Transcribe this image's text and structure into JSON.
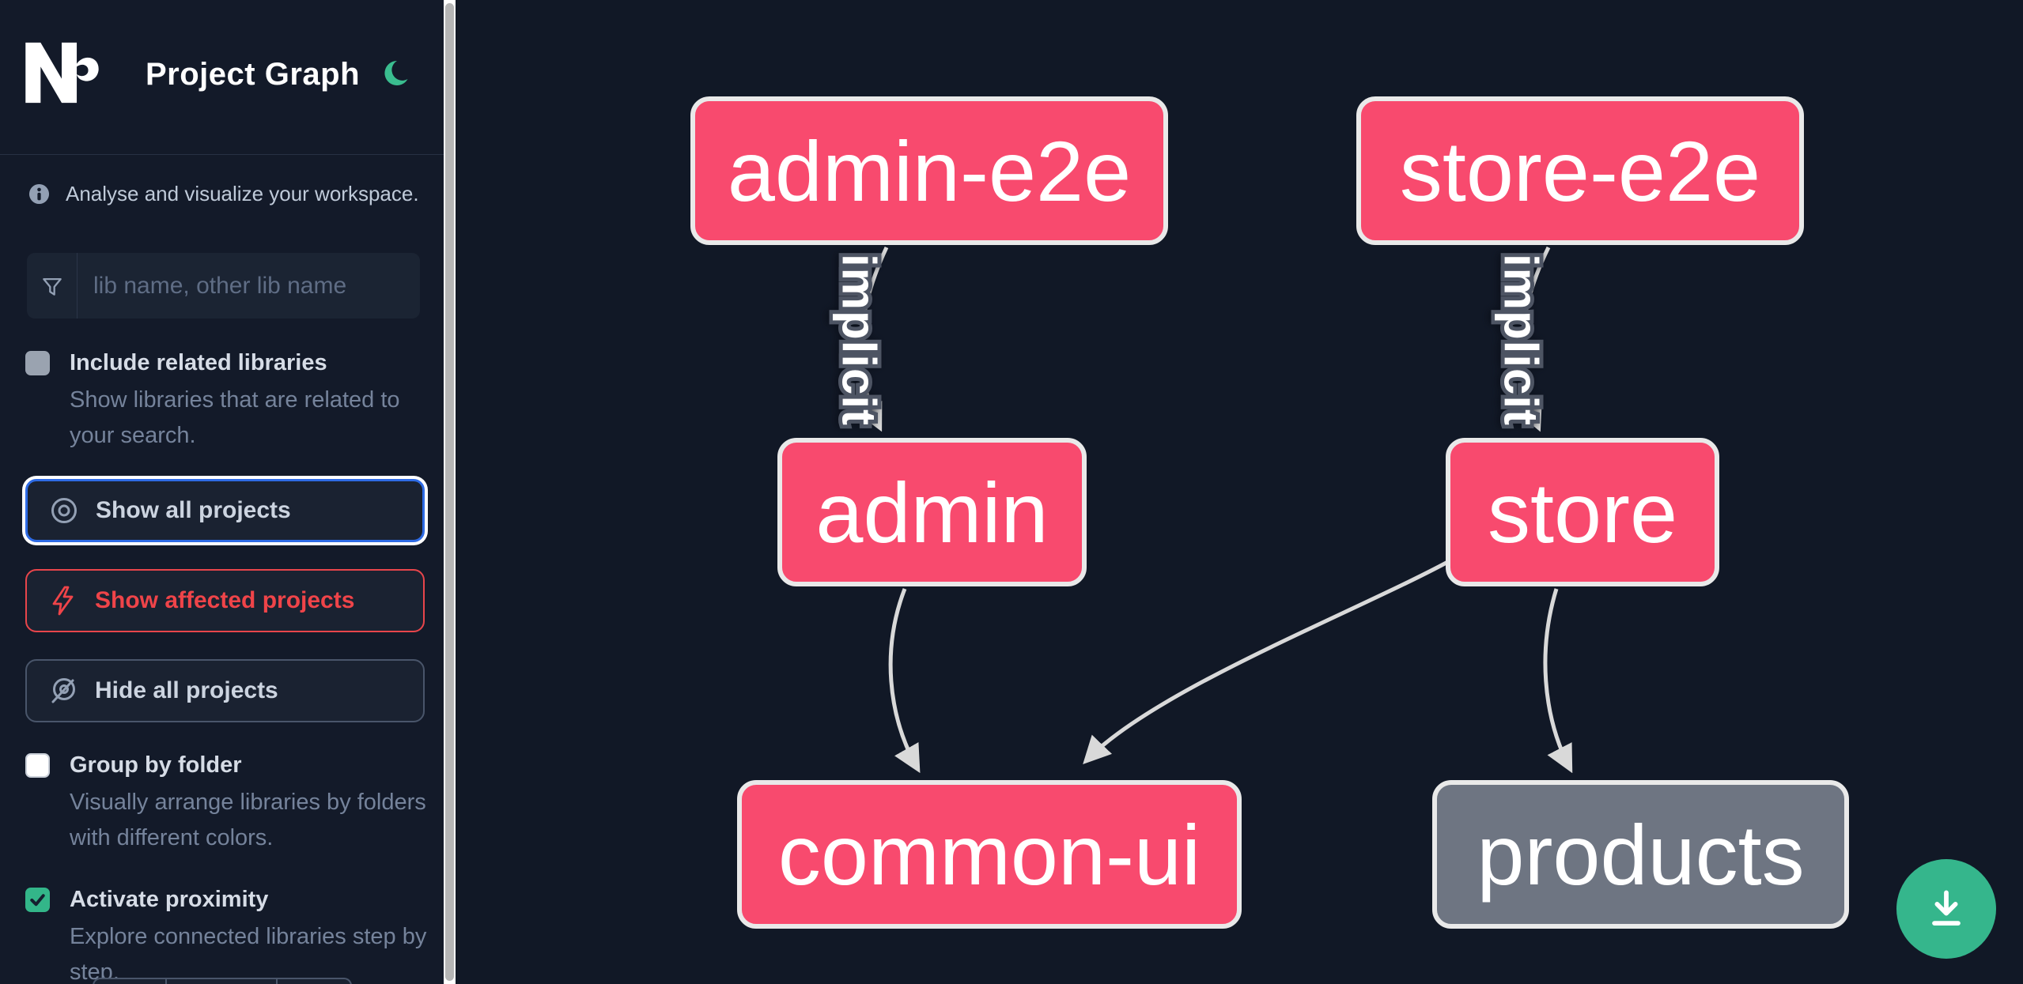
{
  "header": {
    "app_title": "Project Graph",
    "logo_icon": "nx-logo",
    "theme_icon": "moon-icon"
  },
  "sidebar": {
    "tagline": "Analyse and visualize your workspace.",
    "search": {
      "placeholder": "lib name, other lib name",
      "icon": "filter-funnel-icon",
      "value": ""
    },
    "checkboxes": [
      {
        "label": "Include related libraries",
        "description": "Show libraries that are related to your search.",
        "checked": false
      },
      {
        "label": "Group by folder",
        "description": "Visually arrange libraries by folders with different colors.",
        "checked": false
      },
      {
        "label": "Activate proximity",
        "description": "Explore connected libraries step by step.",
        "checked": true
      }
    ],
    "buttons": [
      {
        "label": "Show all projects",
        "icon": "eye-icon",
        "accent": "#2e6be5",
        "state": "focused"
      },
      {
        "label": "Show affected projects",
        "icon": "bolt-icon",
        "accent": "#ef4449",
        "state": "default"
      },
      {
        "label": "Hide all projects",
        "icon": "eye-off-icon",
        "accent": "#49556a",
        "state": "default"
      }
    ]
  },
  "graph": {
    "nodes": [
      {
        "id": "admin-e2e",
        "label": "admin-e2e",
        "type": "affected"
      },
      {
        "id": "store-e2e",
        "label": "store-e2e",
        "type": "affected"
      },
      {
        "id": "admin",
        "label": "admin",
        "type": "affected"
      },
      {
        "id": "store",
        "label": "store",
        "type": "affected"
      },
      {
        "id": "common-ui",
        "label": "common-ui",
        "type": "affected"
      },
      {
        "id": "products",
        "label": "products",
        "type": "normal"
      }
    ],
    "edges": [
      {
        "from": "admin-e2e",
        "to": "admin",
        "label": "implicit"
      },
      {
        "from": "store-e2e",
        "to": "store",
        "label": "implicit"
      },
      {
        "from": "admin",
        "to": "common-ui",
        "label": ""
      },
      {
        "from": "store",
        "to": "common-ui",
        "label": ""
      },
      {
        "from": "store",
        "to": "products",
        "label": ""
      }
    ],
    "colors": {
      "affected_node": "#f84a6e",
      "normal_node": "#6e7582",
      "node_border": "#e9e9e9",
      "edge": "#d9d9d9"
    }
  },
  "fab": {
    "icon": "download-icon",
    "color": "#35b68c"
  }
}
